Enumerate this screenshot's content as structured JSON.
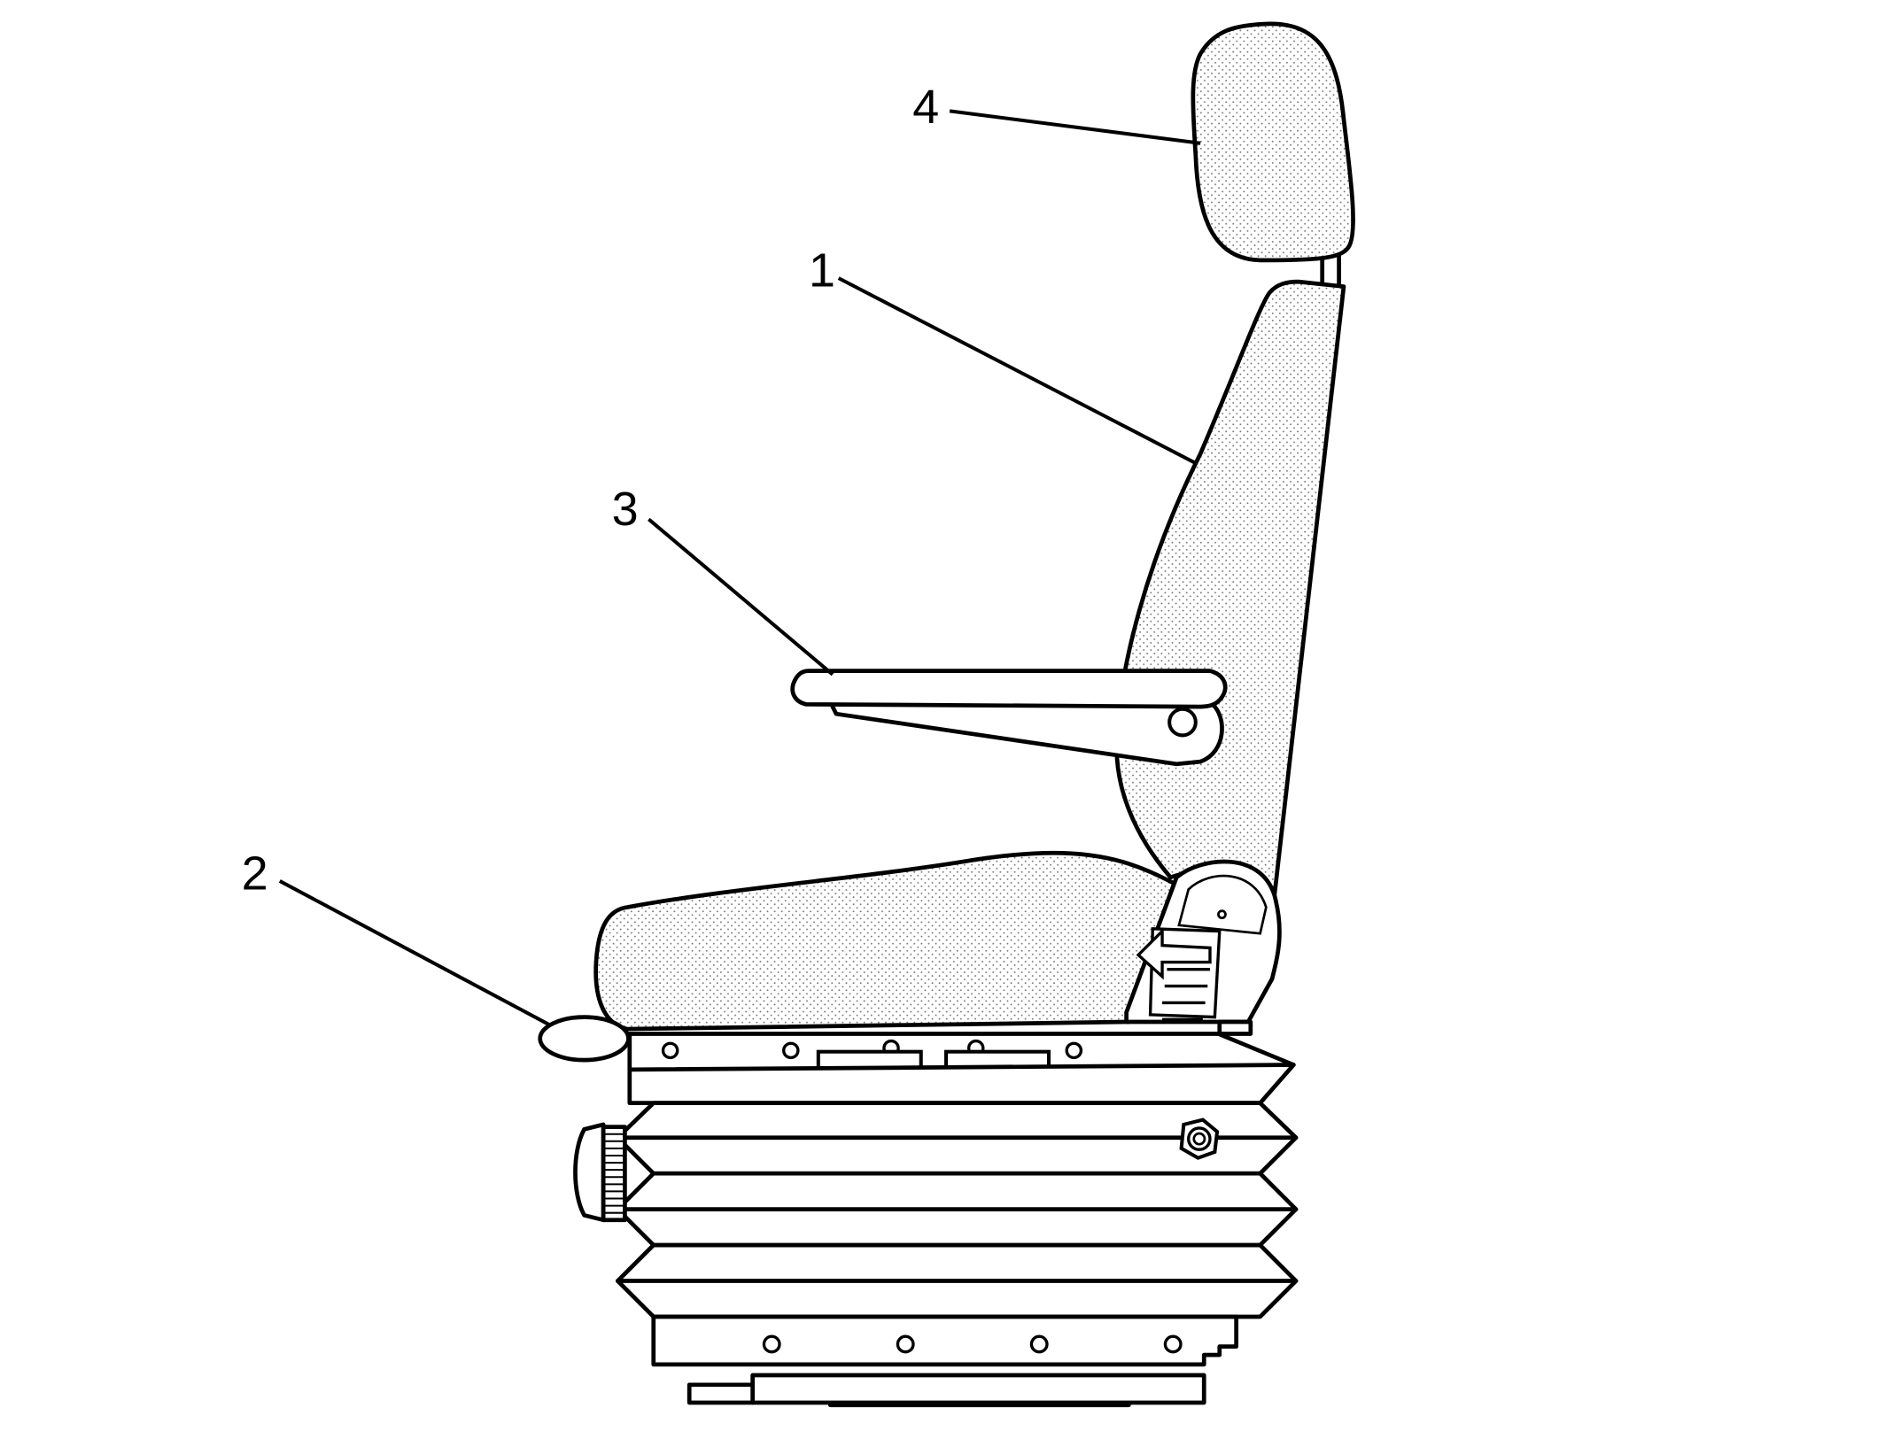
{
  "figure": {
    "colors": {
      "line": "#000000",
      "fill": "#ffffff",
      "upholstery_dots": "#777777"
    },
    "callouts": [
      {
        "id": "1",
        "label": "1",
        "part": "backrest"
      },
      {
        "id": "2",
        "label": "2",
        "part": "seat-adjust-knob"
      },
      {
        "id": "3",
        "label": "3",
        "part": "armrest"
      },
      {
        "id": "4",
        "label": "4",
        "part": "headrest"
      }
    ]
  }
}
